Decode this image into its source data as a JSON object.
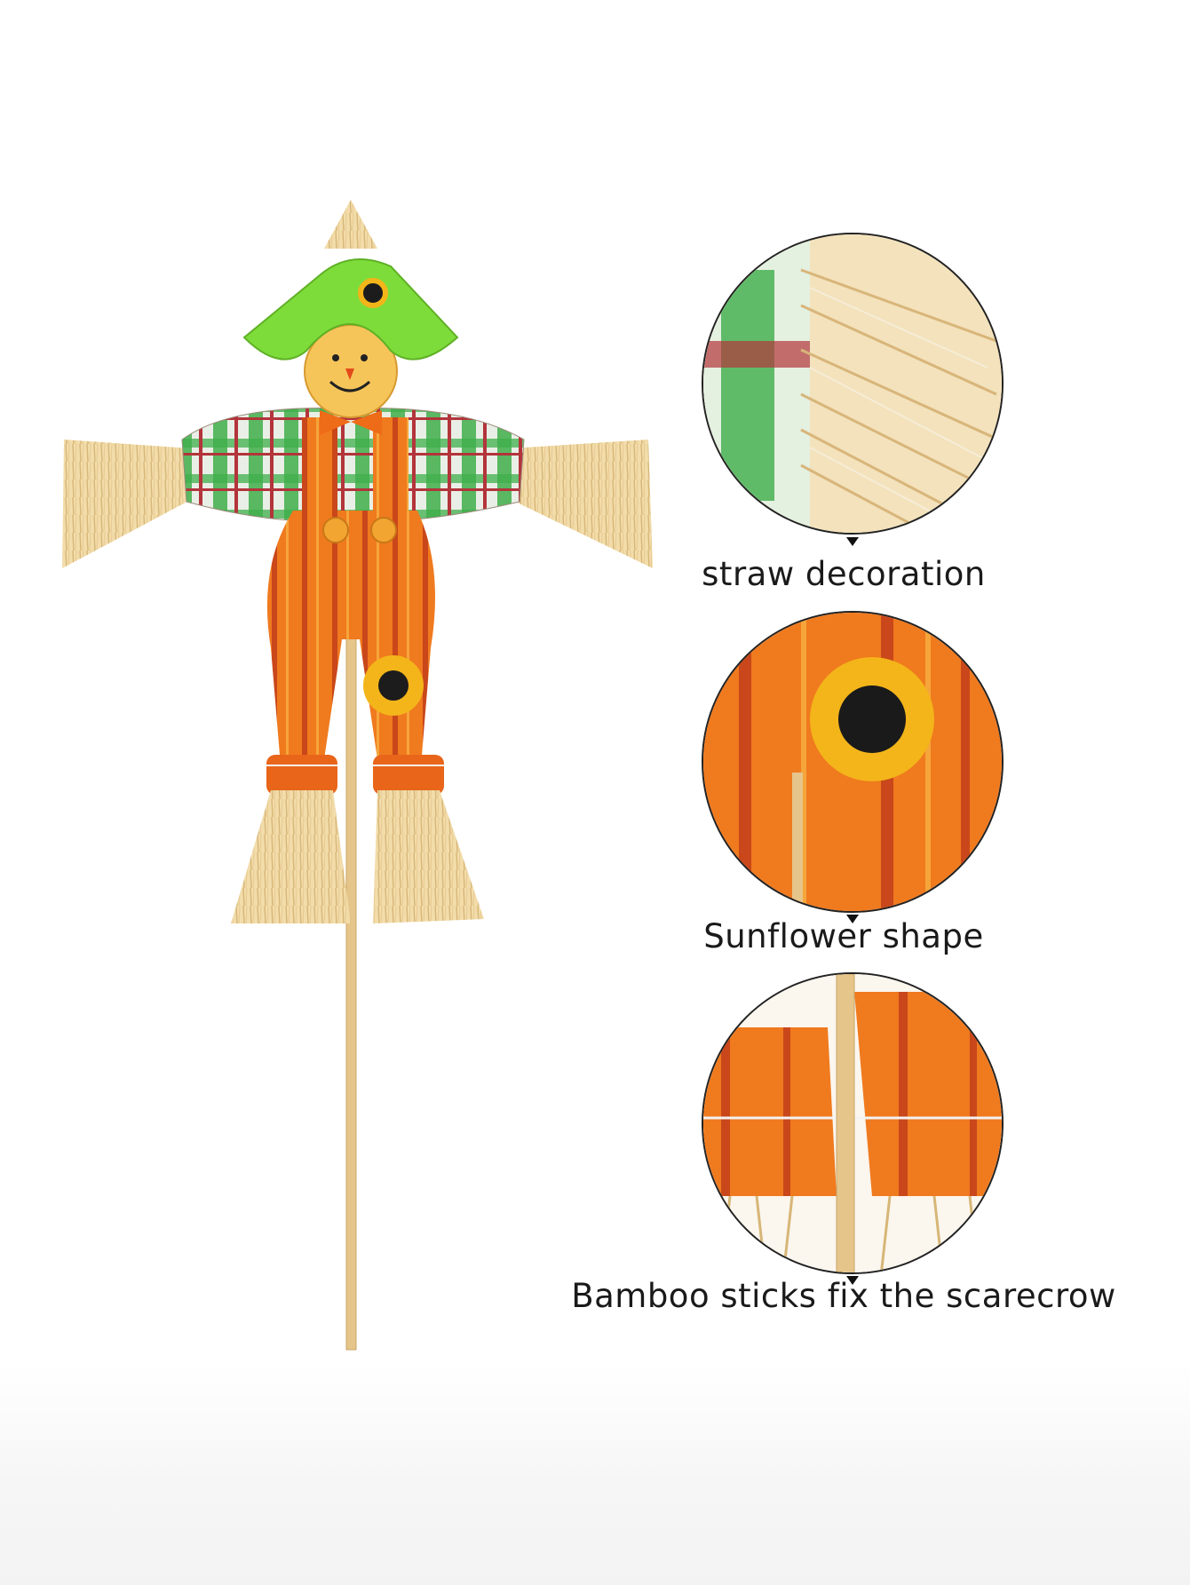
{
  "labels": {
    "straw": "straw decoration",
    "sunflower": "Sunflower shape",
    "bamboo": "Bamboo sticks fix the scarecrow"
  },
  "colors": {
    "hat": "#7ddc3a",
    "straw": "#f1d9a6",
    "orange": "#f07a1e",
    "orange_stripe": "#c9471a",
    "plaid_green": "#3fae4a",
    "plaid_red": "#b3343b",
    "bamboo": "#e6c58a"
  }
}
